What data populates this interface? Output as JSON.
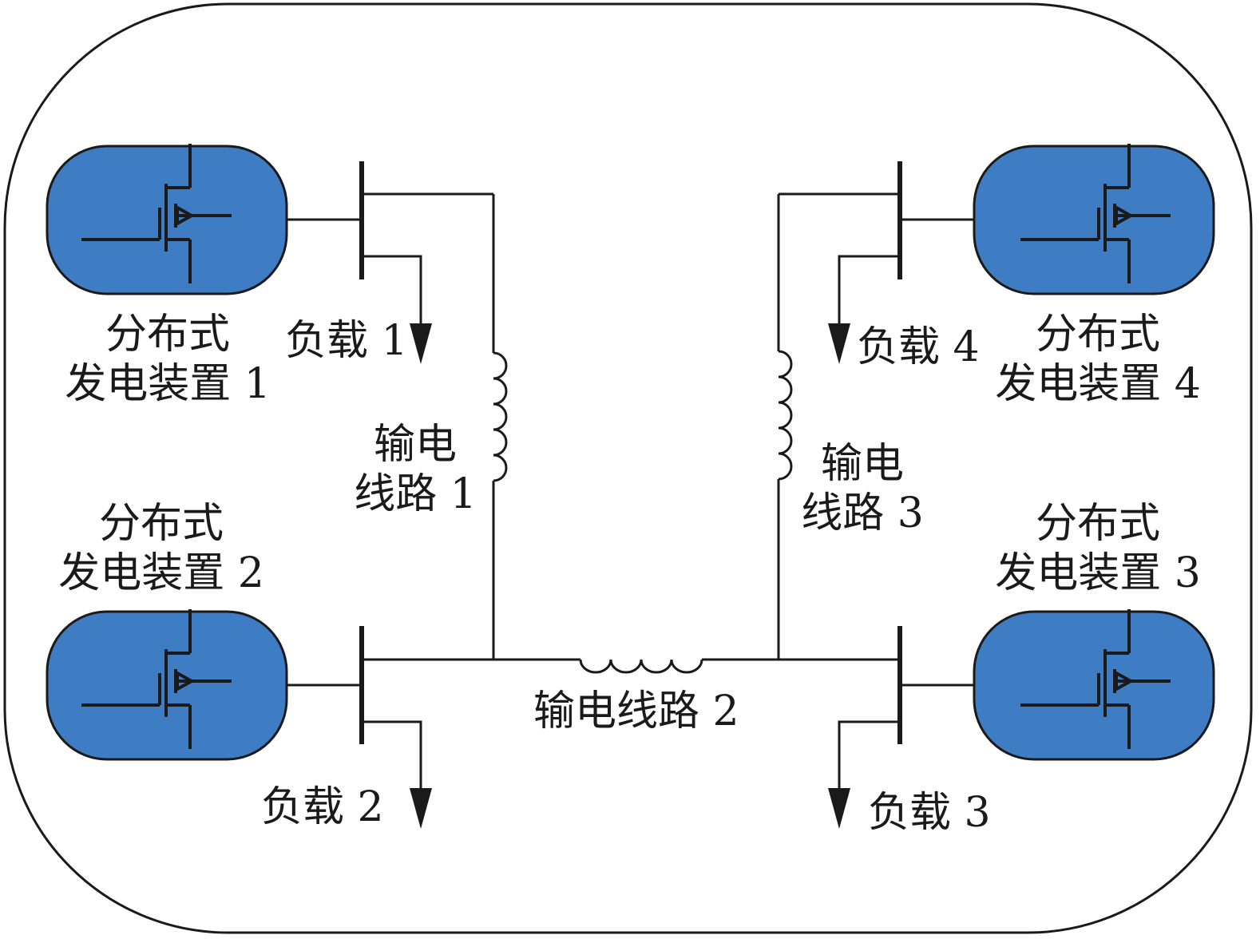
{
  "colors": {
    "unit_fill": "#3e7cc3",
    "line": "#1a1a1a",
    "background": "#ffffff"
  },
  "generators": [
    {
      "line1": "分布式",
      "line2": "发电装置 1"
    },
    {
      "line1": "分布式",
      "line2": "发电装置 2"
    },
    {
      "line1": "分布式",
      "line2": "发电装置 3"
    },
    {
      "line1": "分布式",
      "line2": "发电装置 4"
    }
  ],
  "loads": [
    "负载 1",
    "负载 2",
    "负载 3",
    "负载 4"
  ],
  "lines": {
    "line1": {
      "a": "输电",
      "b": "线路 1"
    },
    "line2": "输电线路 2",
    "line3": {
      "a": "输电",
      "b": "线路 3"
    }
  },
  "icons": {
    "generator": "igbt-transistor-icon",
    "load": "arrow-down-icon",
    "line": "inductor-icon"
  }
}
